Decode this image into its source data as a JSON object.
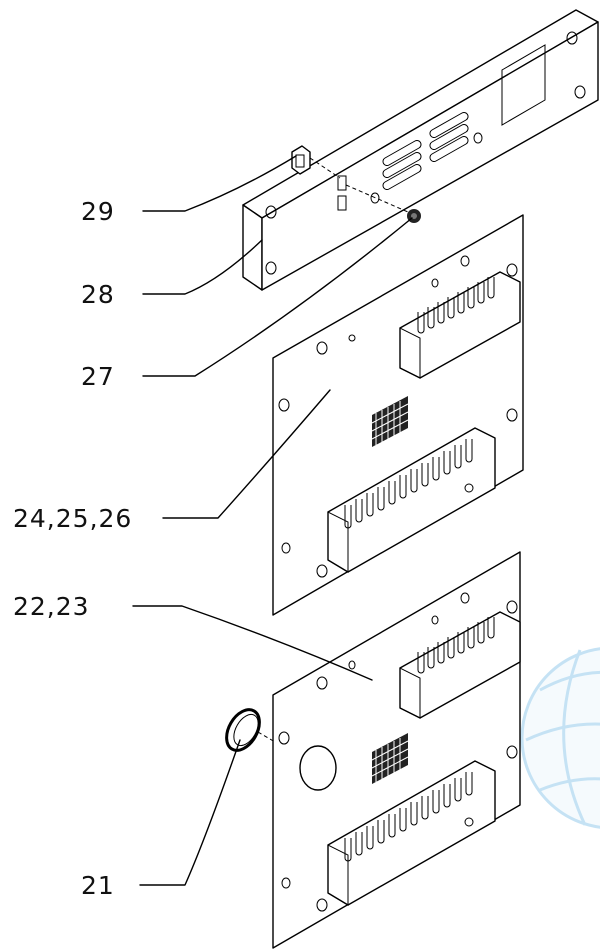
{
  "callouts": [
    {
      "id": "29",
      "text": "29"
    },
    {
      "id": "28",
      "text": "28"
    },
    {
      "id": "27",
      "text": "27"
    },
    {
      "id": "24-26",
      "text": "24,25,26"
    },
    {
      "id": "22-23",
      "text": "22,23"
    },
    {
      "id": "21",
      "text": "21"
    }
  ],
  "watermark": {
    "colors": [
      "#7fc0e8",
      "#e78a8f"
    ],
    "name": "globe-watermark"
  }
}
